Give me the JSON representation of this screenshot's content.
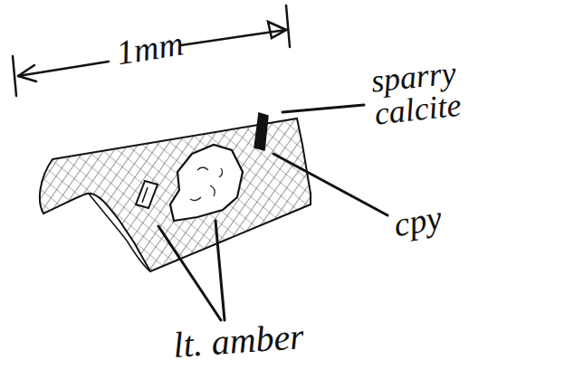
{
  "diagram": {
    "labels": [
      "1mm",
      "sparry calcite",
      "cpy",
      "lt. amber"
    ]
  }
}
